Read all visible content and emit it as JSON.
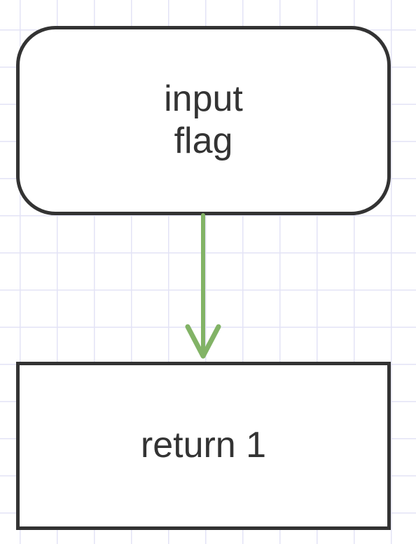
{
  "diagram": {
    "nodes": [
      {
        "id": "start",
        "shape": "rounded-rectangle",
        "lines": [
          "input",
          "flag"
        ]
      },
      {
        "id": "return",
        "shape": "rectangle",
        "lines": [
          "return 1"
        ]
      }
    ],
    "edges": [
      {
        "from": "start",
        "to": "return",
        "color": "#82b366"
      }
    ]
  },
  "colors": {
    "grid": "#e3e3f6",
    "node_border": "#333333",
    "node_text": "#333333",
    "edge": "#82b366"
  }
}
